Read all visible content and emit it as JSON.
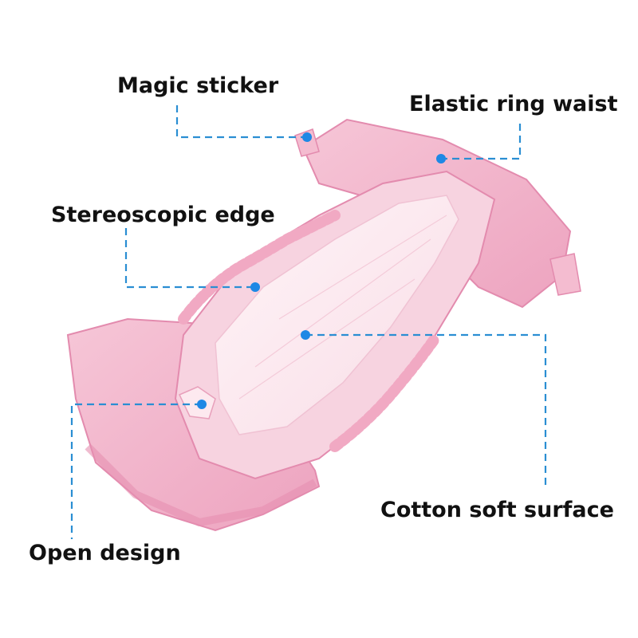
{
  "labels": {
    "magic_sticker": "Magic sticker",
    "elastic_ring_waist": "Elastic ring waist",
    "stereoscopic_edge": "Stereoscopic edge",
    "cotton_soft_surface": "Cotton soft surface",
    "open_design": "Open design"
  },
  "colors": {
    "background": "#ffffff",
    "diaper_outer": "#f2b7cc",
    "diaper_edge": "#e58fb0",
    "absorbent_core": "#fbe7ee",
    "callout_line": "#2a8ed3",
    "callout_dot": "#1e88e5",
    "label_text": "#111111"
  }
}
